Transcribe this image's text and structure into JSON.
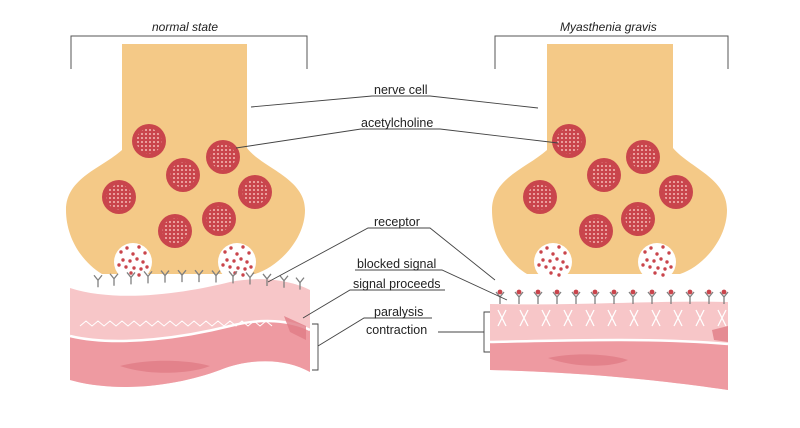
{
  "headings": {
    "left": "normal state",
    "right": "Myasthenia gravis"
  },
  "labels": {
    "nerve_cell": "nerve cell",
    "acetylcholine": "acetylcholine",
    "receptor": "receptor",
    "blocked_signal": "blocked signal",
    "signal_proceeds": "signal proceeds",
    "paralysis": "paralysis",
    "contraction": "contraction"
  },
  "colors": {
    "nerve_cell": "#f4c987",
    "vesicle": "#c9454c",
    "vesicle_dots": "#f3b6b2",
    "muscle_light": "#f7c6c8",
    "muscle_mid": "#ee9aa1",
    "muscle_dark": "#e07c86",
    "receptor": "#7f7f7f",
    "neurotransmitter": "#c9454c"
  }
}
